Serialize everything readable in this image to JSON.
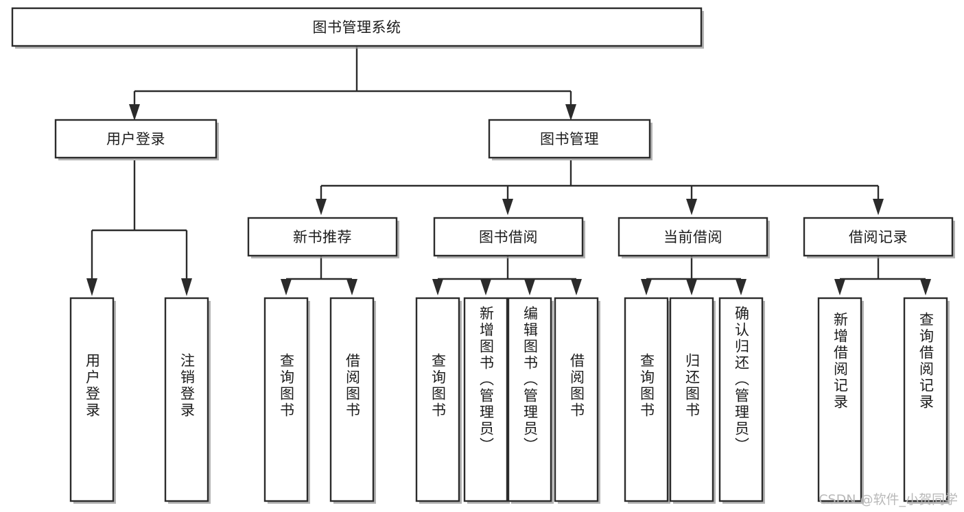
{
  "diagram": {
    "title": "图书管理系统",
    "type": "tree",
    "orientation": "top-down",
    "colors": {
      "box_fill": "#ffffff",
      "box_stroke": "#2b2b2b",
      "text": "#1c1c1c",
      "shadow": "#9a9a9a",
      "watermark": "#b9b9b9",
      "background": "#ffffff"
    },
    "watermark": "CSDN @软件_小贺同学",
    "nodes": {
      "root": {
        "label": "图书管理系统",
        "level": 1
      },
      "user_login": {
        "label": "用户登录",
        "level": 2
      },
      "book_manage": {
        "label": "图书管理",
        "level": 2
      },
      "new_book_rec": {
        "label": "新书推荐",
        "level": 3
      },
      "book_borrow": {
        "label": "图书借阅",
        "level": 3
      },
      "current_borrow": {
        "label": "当前借阅",
        "level": 3
      },
      "borrow_record": {
        "label": "借阅记录",
        "level": 3
      }
    },
    "leaves": {
      "user_login_children": [
        {
          "label": "用户登录"
        },
        {
          "label": "注销登录"
        }
      ],
      "new_book_rec_children": [
        {
          "label": "查询图书"
        },
        {
          "label": "借阅图书"
        }
      ],
      "book_borrow_children": [
        {
          "label": "查询图书"
        },
        {
          "label": "新增图书（管理员）"
        },
        {
          "label": "编辑图书（管理员）"
        },
        {
          "label": "借阅图书"
        }
      ],
      "current_borrow_children": [
        {
          "label": "查询图书"
        },
        {
          "label": "归还图书"
        },
        {
          "label": "确认归还（管理员）"
        }
      ],
      "borrow_record_children": [
        {
          "label": "新增借阅记录"
        },
        {
          "label": "查询借阅记录"
        }
      ]
    }
  }
}
